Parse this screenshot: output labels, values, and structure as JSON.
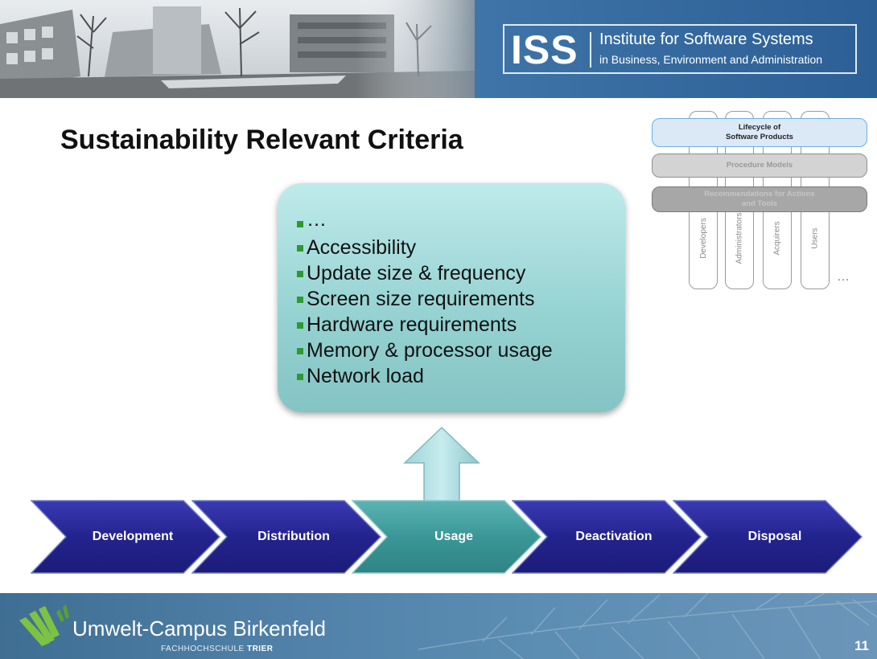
{
  "header": {
    "iss_logo": "ISS",
    "iss_title": "Institute for Software Systems",
    "iss_subtitle": "in Business, Environment and Administration"
  },
  "slide": {
    "title": "Sustainability Relevant Criteria"
  },
  "criteria": [
    "…",
    "Accessibility",
    "Update size & frequency",
    "Screen size requirements",
    "Hardware requirements",
    "Memory & processor usage",
    "Network load"
  ],
  "process": {
    "steps": [
      "Development",
      "Distribution",
      "Usage",
      "Deactivation",
      "Disposal"
    ],
    "active_step": "Usage"
  },
  "diagram": {
    "bands": [
      "Lifecycle of\nSoftware Products",
      "Procedure Models",
      "Recommendations for Actions\nand Tools"
    ],
    "columns": [
      "Developers",
      "Administrators",
      "Acquirers",
      "Users"
    ],
    "more": "…"
  },
  "footer": {
    "campus_name": "Umwelt-Campus Birkenfeld",
    "campus_sub_prefix": "FACHHOCHSCHULE",
    "campus_sub_strong": "TRIER",
    "page_number": "11"
  },
  "colors": {
    "chevron_blue": "#2a2a9a",
    "chevron_active": "#3f9a9a",
    "bullet_green": "#2e9a2e",
    "header_blue": "#2c5f95"
  }
}
